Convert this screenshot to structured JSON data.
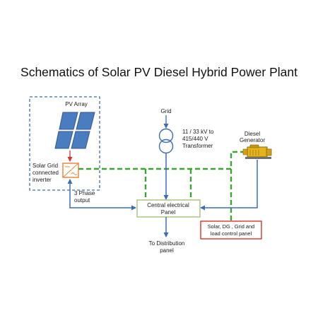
{
  "title": "Schematics of Solar PV Diesel Hybrid Power Plant",
  "labels": {
    "pv_array": "PV Array",
    "inverter_line1": "Solar  Grid",
    "inverter_line2": "connected",
    "inverter_line3": "inverter",
    "phase_line1": "3 Phase",
    "phase_line2": "output",
    "grid": "Grid",
    "transformer_line1": "11 / 33 kV to",
    "transformer_line2": "415/440 V",
    "transformer_line3": "Transformer",
    "diesel_line1": "Diesel",
    "diesel_line2": "Generator",
    "central_line1": "Central  electrical",
    "central_line2": "Panel",
    "control_line1": "Solar,  DG ,  Grid and",
    "control_line2": "load control panel",
    "distribution_line1": "To Distribution",
    "distribution_line2": "panel"
  },
  "colors": {
    "power_line": "#3a6db5",
    "control_line": "#3aa52f",
    "panel_blue": "#4a7cc0",
    "inverter_border": "#e8893b",
    "control_border": "#d9332b",
    "central_border": "#a8c07a",
    "generator": "#e6b31e"
  }
}
